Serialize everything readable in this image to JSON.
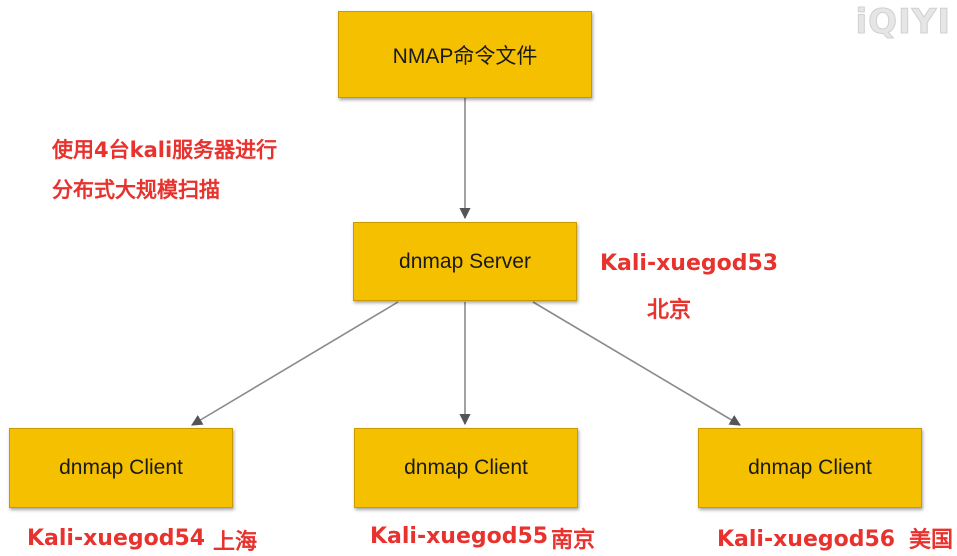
{
  "logo": {
    "text": "iQIYI"
  },
  "nodes": {
    "nmap_file": "NMAP命令文件",
    "server": "dnmap Server",
    "client_1": "dnmap Client",
    "client_2": "dnmap Client",
    "client_3": "dnmap Client"
  },
  "notes": {
    "line1": "使用4台kali服务器进行",
    "line2": "分布式大规模扫描"
  },
  "hosts": {
    "server_name": "Kali-xuegod53",
    "server_location": "北京",
    "client_1_name": "Kali-xuegod54",
    "client_1_location": "上海",
    "client_2_name": "Kali-xuegod55",
    "client_2_location": "南京",
    "client_3_name": "Kali-xuegod56",
    "client_3_location": "美国"
  },
  "colors": {
    "box_fill": "#f5c000",
    "label_red": "#e8322e",
    "arrow": "#888888"
  }
}
